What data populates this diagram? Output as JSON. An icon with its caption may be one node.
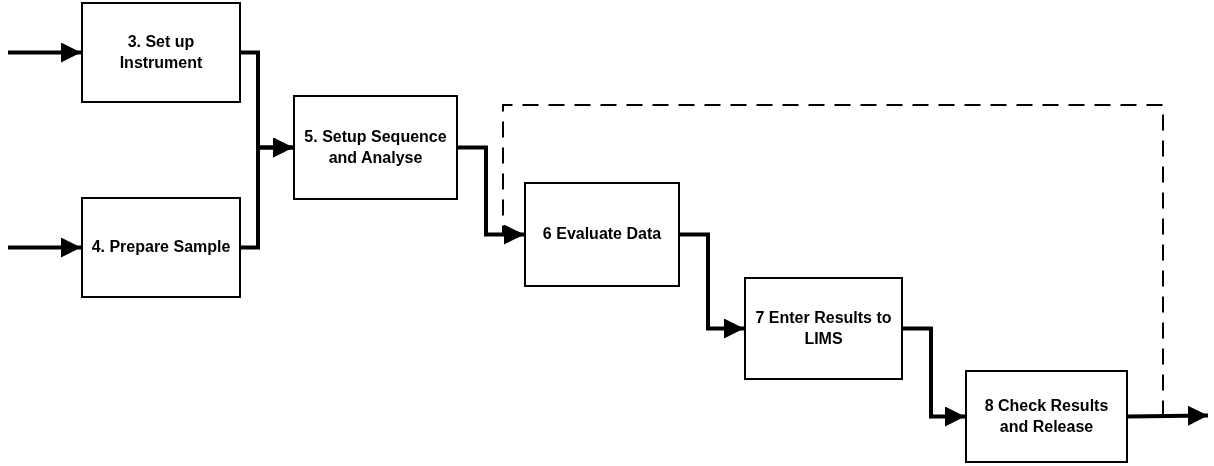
{
  "diagram": {
    "nodes": [
      {
        "text": [
          "3. Set up Instrument"
        ]
      },
      {
        "text": [
          "4. Prepare Sample"
        ]
      },
      {
        "text": [
          "5. Setup Sequence and Analyse"
        ]
      },
      {
        "text": [
          "6 Evaluate Data"
        ]
      },
      {
        "text": [
          "7 Enter Results to LIMS"
        ]
      },
      {
        "text": [
          "8 Check Results and Release"
        ]
      }
    ],
    "edges": [
      {
        "from": null,
        "to": 0,
        "arrow": "to"
      },
      {
        "from": null,
        "to": 1,
        "arrow": "to"
      },
      {
        "from": 0,
        "to": 2,
        "arrow": "to"
      },
      {
        "from": 1,
        "to": 2,
        "arrow": "to"
      },
      {
        "from": 2,
        "to": 3,
        "arrow": "to"
      },
      {
        "from": 3,
        "to": 4,
        "arrow": "to"
      },
      {
        "from": 4,
        "to": 5,
        "arrow": "to"
      },
      {
        "from": 5,
        "to": null,
        "arrow": "to"
      },
      {
        "from": 5,
        "to": 3,
        "arrow": "to",
        "style": "dashed"
      }
    ]
  }
}
